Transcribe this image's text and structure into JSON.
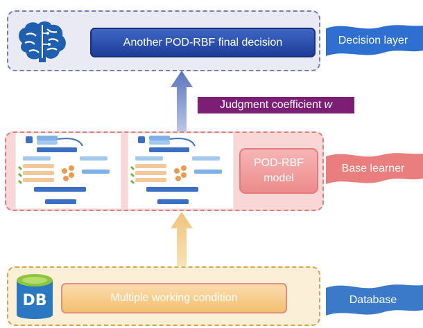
{
  "decision_layer": {
    "box_text": "Another POD-RBF final decision",
    "label": "Decision layer",
    "icon": "brain-circuit-icon"
  },
  "coefficient": {
    "text": "Judgment coefficient",
    "symbol": "w"
  },
  "base_learner": {
    "model_label_line1": "POD-RBF",
    "model_label_line2": "model",
    "label": "Base learner",
    "flowchart_icon": "flowchart-thumbnail"
  },
  "database": {
    "box_text": "Multiple working condition",
    "label": "Database",
    "icon_text": "DB"
  },
  "colors": {
    "decision_ribbon": "#2f6fd0",
    "base_ribbon": "#ea7d7d",
    "db_ribbon": "#3a7ac8",
    "arrow_blue": "#6c86c8",
    "arrow_gold": "#f0cf8c",
    "coefficient_bg": "#7c1f74"
  }
}
